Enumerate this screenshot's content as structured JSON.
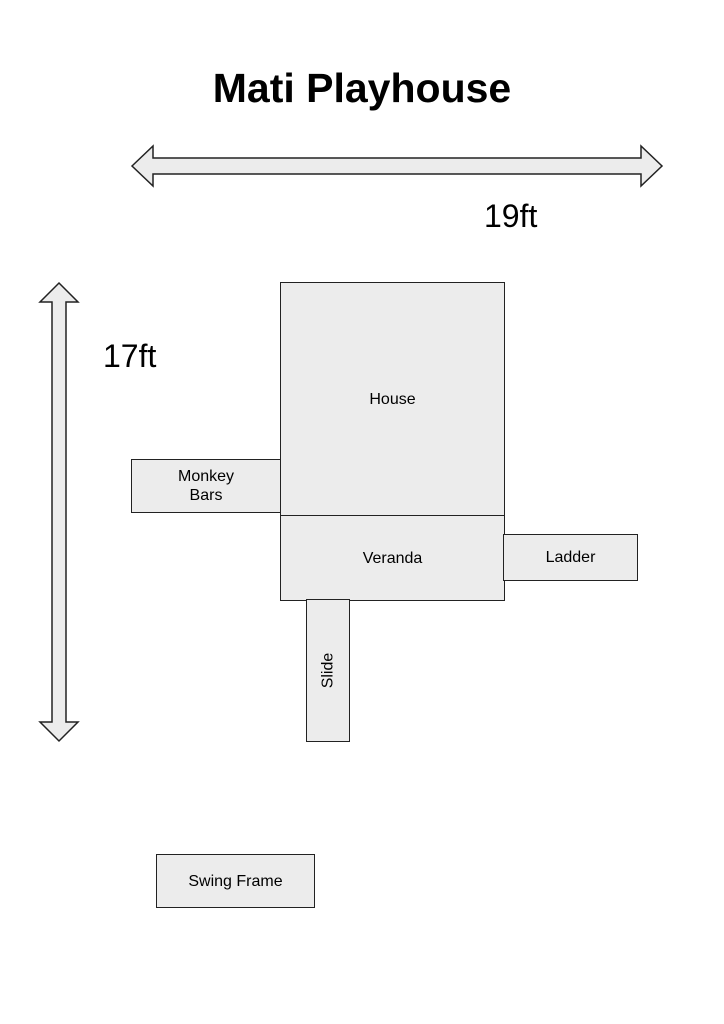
{
  "title": "Mati Playhouse",
  "dimensions": {
    "width": "19ft",
    "depth": "17ft"
  },
  "components": {
    "house": "House",
    "monkey_bars_line1": "Monkey",
    "monkey_bars_line2": "Bars",
    "veranda": "Veranda",
    "ladder": "Ladder",
    "slide": "Slide",
    "swing_frame": "Swing Frame"
  },
  "colors": {
    "box_fill": "#ececec",
    "stroke": "#222222"
  }
}
